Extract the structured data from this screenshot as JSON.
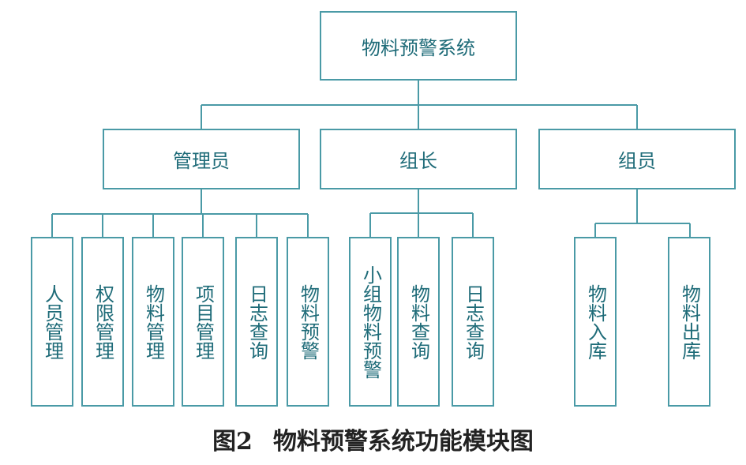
{
  "root": {
    "label": "物料预警系统"
  },
  "roles": [
    {
      "label": "管理员",
      "modules": [
        "人员管理",
        "权限管理",
        "物料管理",
        "项目管理",
        "日志查询",
        "物料预警"
      ]
    },
    {
      "label": "组长",
      "modules": [
        "小组物料预警",
        "物料查询",
        "日志查询"
      ]
    },
    {
      "label": "组员",
      "modules": [
        "物料入库",
        "物料出库"
      ]
    }
  ],
  "caption": {
    "figure": "图2",
    "title": "物料预警系统功能模块图"
  },
  "colors": {
    "line": "#4a9aa6",
    "text": "#1e6b78",
    "caption": "#222222"
  }
}
